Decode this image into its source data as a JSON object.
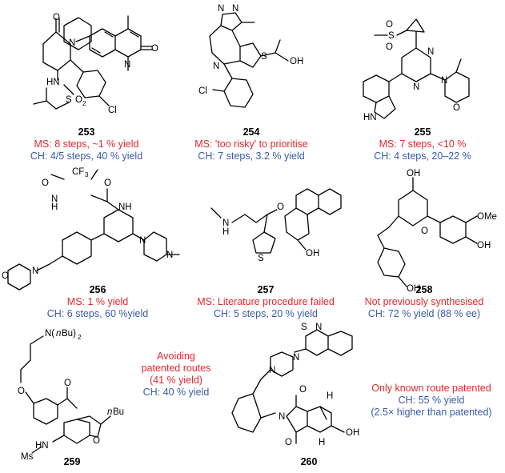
{
  "colors": {
    "ms": "#e8262d",
    "ch": "#3a5ba8",
    "bond": "#000000"
  },
  "compounds": [
    {
      "number": "253",
      "ms": "MS: 8 steps, ~1 % yield",
      "ch": "CH: 4/5 steps, 40 % yield"
    },
    {
      "number": "254",
      "ms": "MS: 'too risky' to prioritise",
      "ch": "CH: 7 steps, 3.2 % yield"
    },
    {
      "number": "255",
      "ms": "MS: 7 steps, <10 %",
      "ch": "CH: 4 steps, 20–22 %"
    },
    {
      "number": "256",
      "ms": "MS: 1 % yield",
      "ch": "CH: 6 steps, 60 %yield"
    },
    {
      "number": "257",
      "ms": "MS: Literature procedure failed",
      "ch": "CH: 5 steps, 20 % yield"
    },
    {
      "number": "258",
      "ms": "Not previously synthesised",
      "ch": "CH: 72 % yield (88 % ee)"
    },
    {
      "number": "259",
      "ms_lines": [
        "Avoiding",
        "patented routes",
        "(41 % yield)"
      ],
      "ch": "CH: 40 % yield"
    },
    {
      "number": "260",
      "ms": "Only known route patented",
      "ch": "CH: 55 % yield",
      "ch2": "(2.5× higher than patented)"
    }
  ],
  "atom_labels": {
    "s253": [
      "O",
      "N",
      "N",
      "O",
      "HN",
      "S",
      "O",
      "2",
      "Cl"
    ],
    "s254": [
      "N",
      "N",
      "N",
      "S",
      "OH",
      "Cl"
    ],
    "s255": [
      "S",
      "O",
      "O",
      "N",
      "N",
      "N",
      "O",
      "HN"
    ],
    "s256": [
      "CF",
      "3",
      "O",
      "N",
      "H",
      "O",
      "NH",
      "N",
      "N",
      "N",
      "O"
    ],
    "s257": [
      "N",
      "H",
      "O",
      "S",
      "OH"
    ],
    "s258": [
      "OH",
      "O",
      "OMe",
      "OH",
      "OH"
    ],
    "s259": [
      "N(",
      "n",
      "Bu)",
      "2",
      "O",
      "O",
      "n",
      "Bu",
      "O",
      "HN",
      "Ms"
    ],
    "s260": [
      "S",
      "N",
      "N",
      "N",
      "N",
      "O",
      "O",
      "H",
      "H",
      "OH"
    ]
  }
}
